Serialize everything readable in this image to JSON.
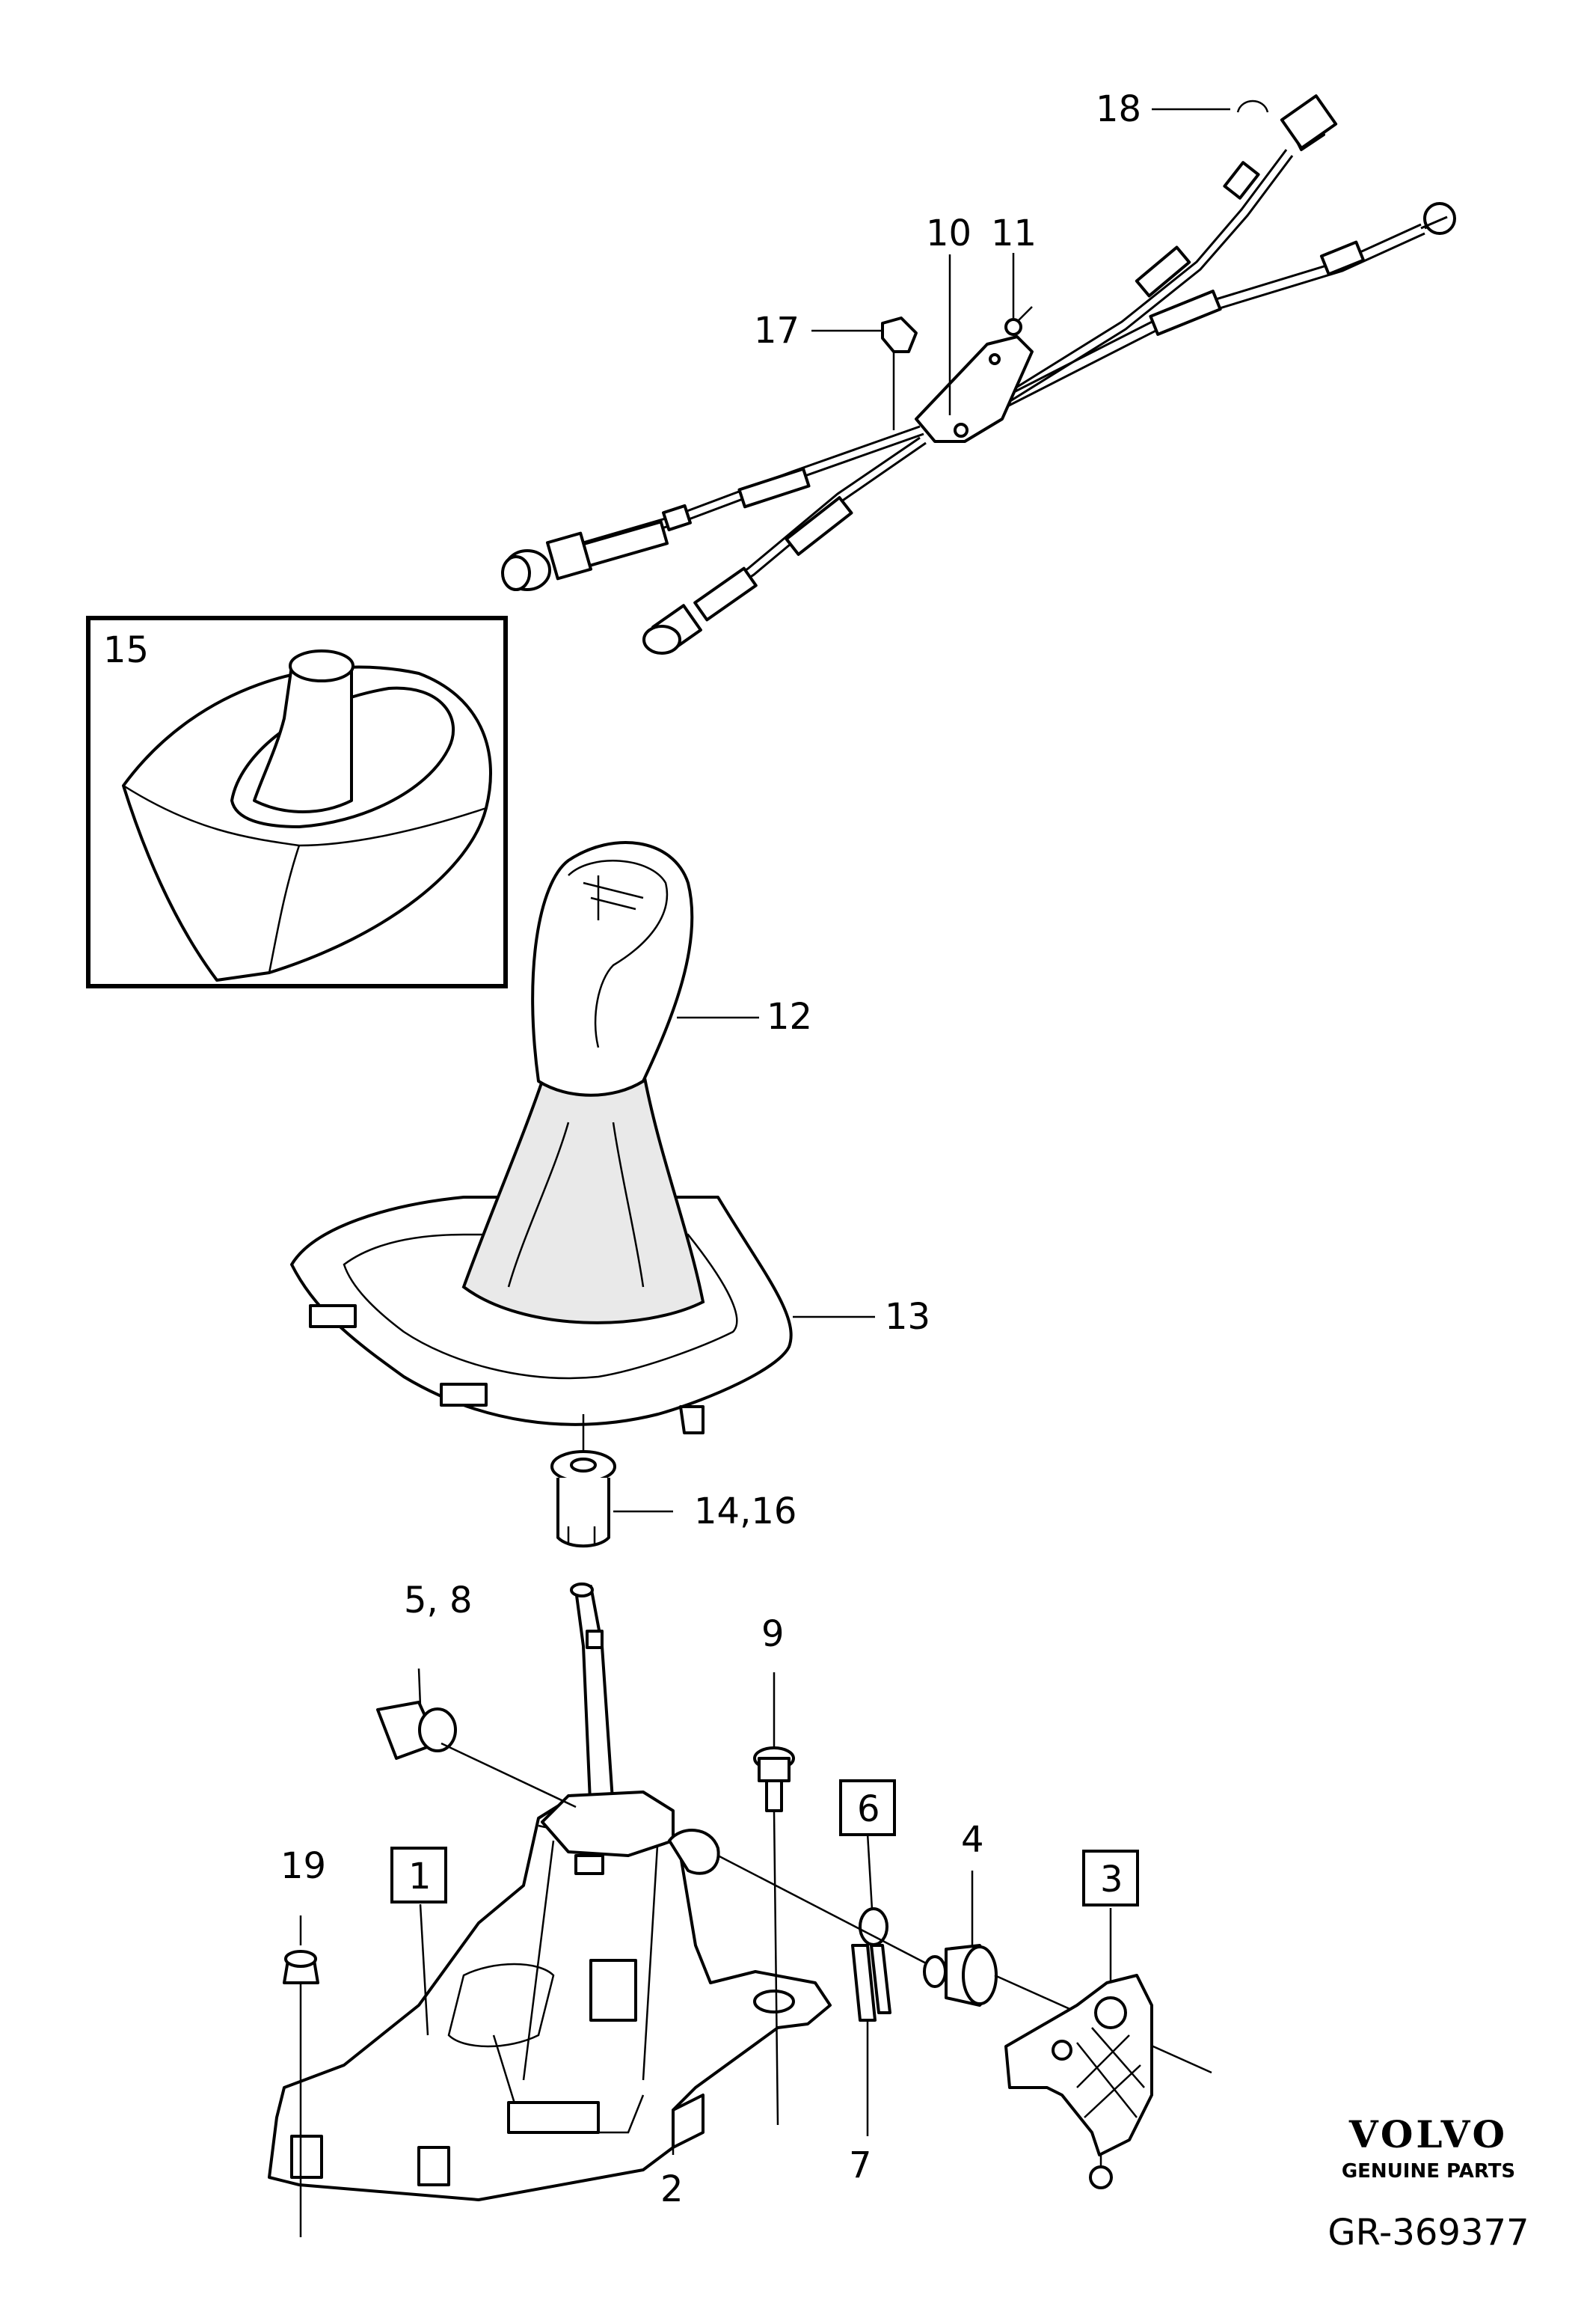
{
  "callouts": {
    "c18": "18",
    "c10": "10",
    "c11": "11",
    "c17": "17",
    "c15": "15",
    "c12": "12",
    "c13": "13",
    "c14_16": "14,16",
    "c5_8": "5, 8",
    "c9": "9",
    "c6": "6",
    "c4": "4",
    "c3": "3",
    "c19": "19",
    "c1": "1",
    "c2": "2",
    "c7": "7"
  },
  "branding": {
    "brand": "VOLVO",
    "tagline": "GENUINE PARTS",
    "drawing_number": "GR-369377"
  }
}
